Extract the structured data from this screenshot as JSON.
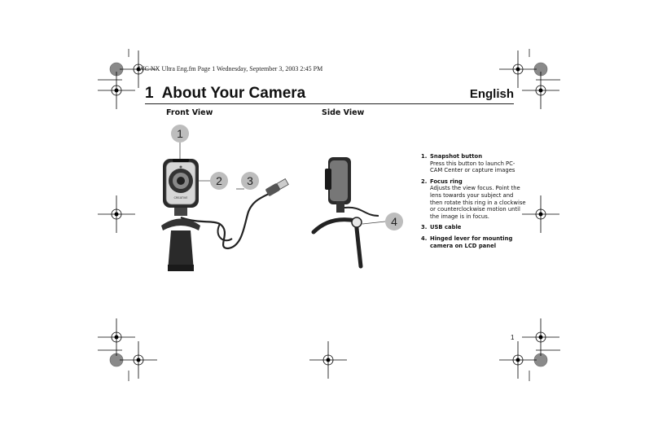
{
  "slug": "WC NX Ultra Eng.fm  Page 1  Wednesday, September 3, 2003  2:45 PM",
  "header": {
    "number": "1",
    "title": "About Your Camera",
    "language": "English"
  },
  "views": {
    "front": "Front View",
    "side": "Side View"
  },
  "callouts": [
    "1",
    "2",
    "3",
    "4"
  ],
  "items": [
    {
      "num": "1.",
      "title": "Snapshot button",
      "desc": "Press this button to launch PC-CAM Center or capture images"
    },
    {
      "num": "2.",
      "title": "Focus ring",
      "desc": "Adjusts the view focus. Point the lens towards your subject and then rotate this ring in a clockwise or counterclockwise motion until the image is in focus."
    },
    {
      "num": "3.",
      "title": "USB cable",
      "desc": ""
    },
    {
      "num": "4.",
      "title": "Hinged lever for mounting camera on LCD panel",
      "desc": ""
    }
  ],
  "page_number": "1",
  "camera_brand": "CREATIVE"
}
